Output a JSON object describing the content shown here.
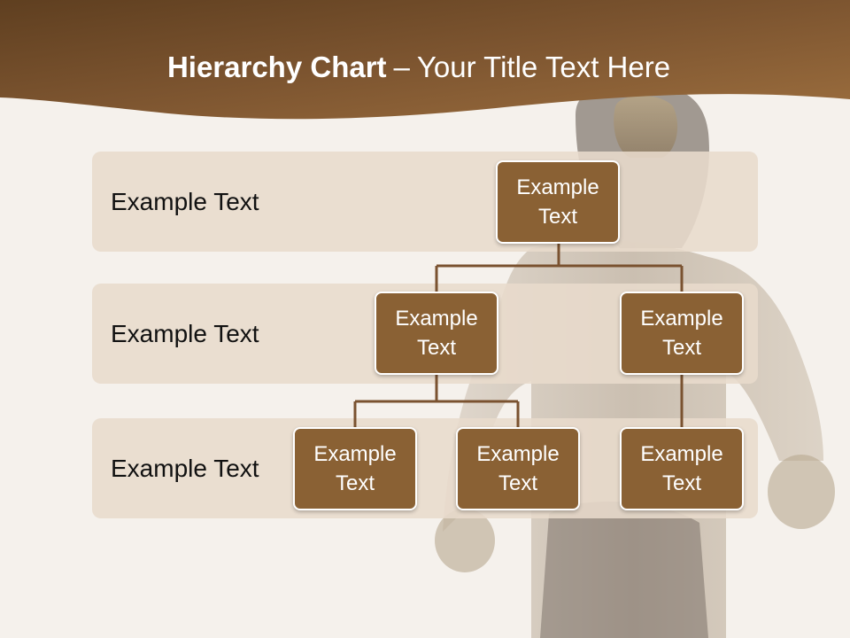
{
  "slide": {
    "title_bold": "Hierarchy Chart",
    "title_separator": "–",
    "title_rest": "Your Title Text Here"
  },
  "rows": [
    {
      "label": "Example Text"
    },
    {
      "label": "Example Text"
    },
    {
      "label": "Example Text"
    }
  ],
  "nodes": [
    {
      "text": "Example Text",
      "level": 1
    },
    {
      "text": "Example Text",
      "level": 2
    },
    {
      "text": "Example Text",
      "level": 2
    },
    {
      "text": "Example Text",
      "level": 3
    },
    {
      "text": "Example Text",
      "level": 3
    },
    {
      "text": "Example Text",
      "level": 3
    }
  ],
  "colors": {
    "header": "#7a5230",
    "node_fill": "#8a6134",
    "row_band": "#e8dbcc",
    "connector": "#7a5230",
    "background": "#f5f1ec"
  }
}
